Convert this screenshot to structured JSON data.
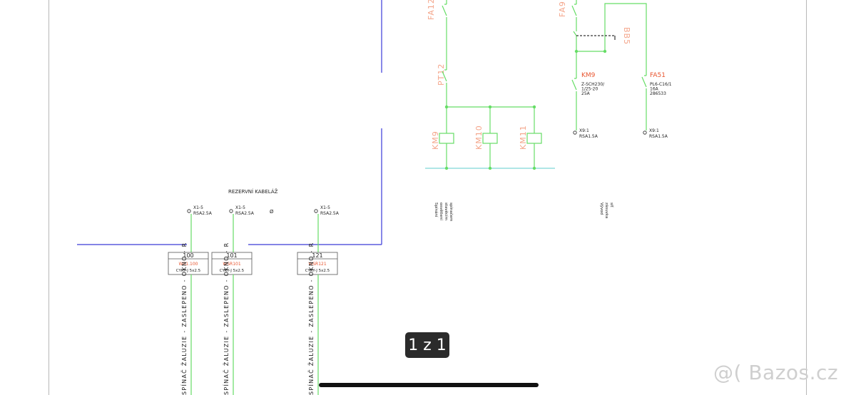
{
  "colors": {
    "wire_green": "#66dd66",
    "wire_blue": "#3a3ad8",
    "label_red": "#e8552f",
    "label_salmon": "#f4a58a",
    "text_black": "#222222",
    "rail_cyan": "#7fd8d8"
  },
  "diagram": {
    "top_components": [
      {
        "designation": "FA12"
      },
      {
        "designation": "PT12"
      },
      {
        "designation": "FA9"
      },
      {
        "designation": "BB5"
      }
    ],
    "coils": [
      {
        "designation": "KM9"
      },
      {
        "designation": "KM10"
      },
      {
        "designation": "KM11"
      }
    ],
    "contactor_km9": {
      "designation": "KM9",
      "spec_lines": [
        "Z-SCH230/",
        "1/25-20",
        "25A"
      ],
      "terminal": "X9:1",
      "cable": "RSA1.5A"
    },
    "breaker_fa51": {
      "designation": "FA51",
      "spec_lines": [
        "PL6-C16/1",
        "16A",
        "286533"
      ],
      "terminal": "X9:1",
      "cable": "RSA1.5A"
    },
    "vertical_notes": [
      {
        "lines": [
          "Spínání",
          "osvětlení",
          "stavěcím",
          "spínačem"
        ]
      },
      {
        "lines": [
          "Vývod",
          "zásuvka",
          "síť"
        ]
      }
    ],
    "reserve_label": "REZERVNÍ KABELÁŽ",
    "terminals": [
      {
        "name": "X1-5",
        "cable": "RSA2.5A"
      },
      {
        "name": "X1-5",
        "cable": "RSA2.5A"
      },
      {
        "name": "X1-5",
        "cable": "RSA2.5A"
      }
    ],
    "diameter_symbol": "Ø",
    "cable_boxes": [
      {
        "number": "100",
        "id": "WS1.100",
        "spec": "CYKY-J 5x2.5",
        "route": "SPÍNAČ ŽALUZIE - ZASLEPENO - OKNO - R"
      },
      {
        "number": "101",
        "id": "WSR101",
        "spec": "CYKY-J 5x2.5",
        "route": "SPÍNAČ ŽALUZIE - ZASLEPENO - OKNO - R"
      },
      {
        "number": "121",
        "id": "WSR121",
        "spec": "CYKY-J 5x2.5",
        "route": "SPÍNAČ ŽALUZIE - ZASLEPENO - OKNO - R"
      }
    ]
  },
  "viewer": {
    "page_indicator": "1 z 1",
    "watermark": "@( Bazos.cz"
  }
}
